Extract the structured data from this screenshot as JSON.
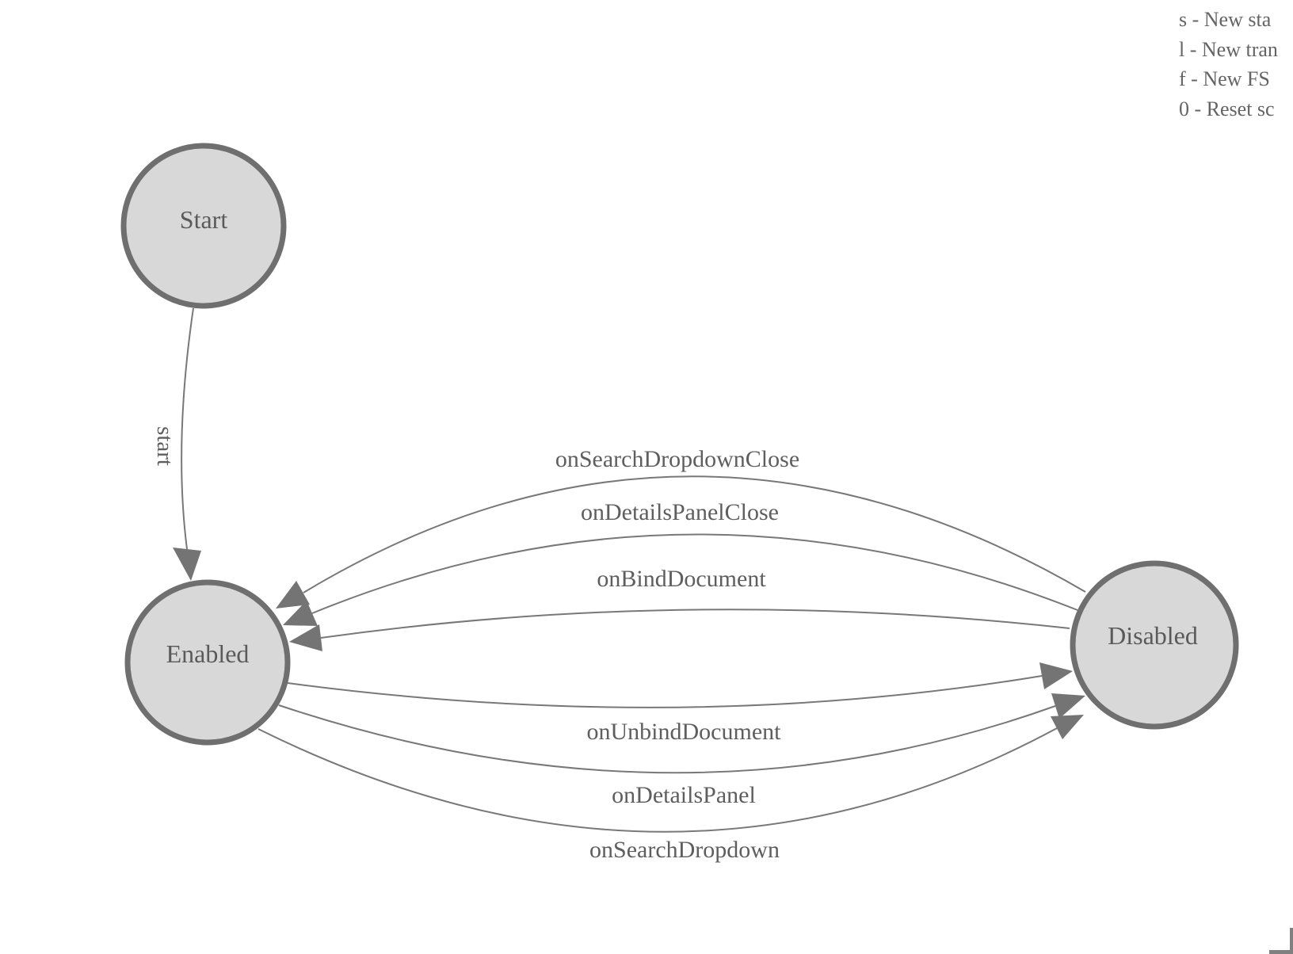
{
  "legend": {
    "items": [
      {
        "text": "s - New sta"
      },
      {
        "text": "l - New tran"
      },
      {
        "text": "f - New FS"
      },
      {
        "text": "0 - Reset sc"
      }
    ]
  },
  "diagram": {
    "type": "finite-state-machine",
    "states": [
      {
        "name": "Start",
        "kind": "initial"
      },
      {
        "name": "Enabled"
      },
      {
        "name": "Disabled"
      }
    ],
    "transitions": [
      {
        "label": "start",
        "from": "Start",
        "to": "Enabled"
      },
      {
        "label": "onSearchDropdownClose",
        "from": "Disabled",
        "to": "Enabled"
      },
      {
        "label": "onDetailsPanelClose",
        "from": "Disabled",
        "to": "Enabled"
      },
      {
        "label": "onBindDocument",
        "from": "Disabled",
        "to": "Enabled"
      },
      {
        "label": "onUnbindDocument",
        "from": "Enabled",
        "to": "Disabled"
      },
      {
        "label": "onDetailsPanel",
        "from": "Enabled",
        "to": "Disabled"
      },
      {
        "label": "onSearchDropdown",
        "from": "Enabled",
        "to": "Disabled"
      }
    ]
  },
  "colors": {
    "node_fill": "#d8d8d8",
    "node_stroke": "#6f6f6f",
    "edge_stroke": "#787878",
    "text": "#5e5e5e",
    "background": "#ffffff"
  }
}
